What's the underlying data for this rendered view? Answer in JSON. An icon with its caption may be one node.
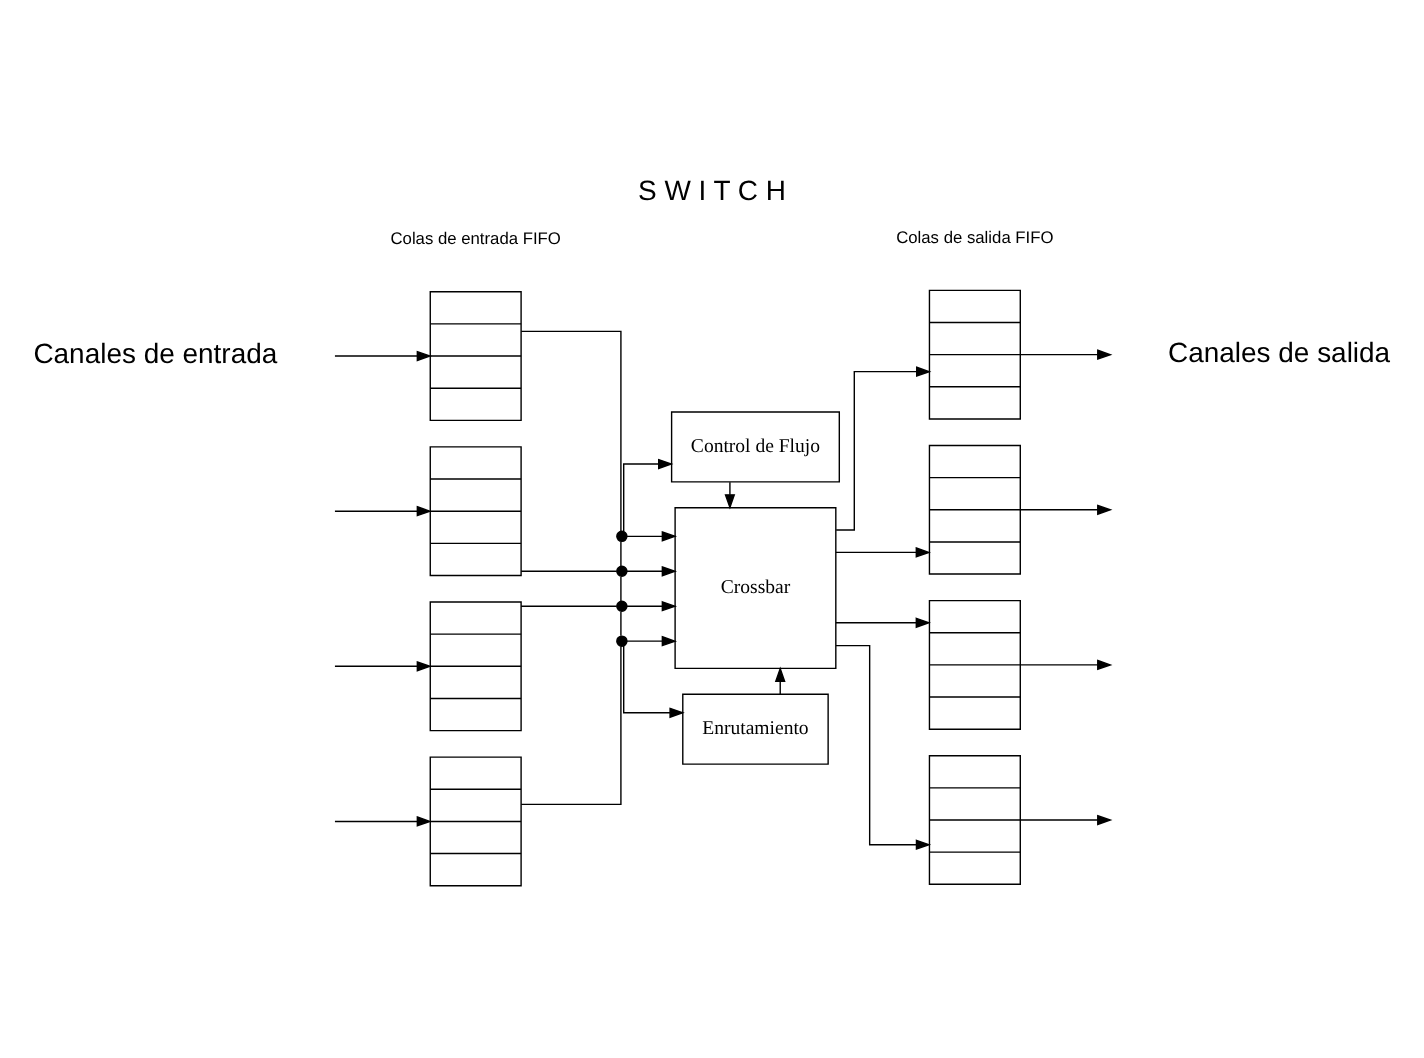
{
  "diagram": {
    "title": "S W I T C H",
    "nodes": [
      {
        "text": [
          "Control de Flujo"
        ]
      },
      {
        "text": [
          "Crossbar"
        ]
      },
      {
        "text": [
          "Enrutamiento"
        ]
      },
      {
        "text": [],
        "shape": "queue"
      },
      {
        "text": [],
        "shape": "queue"
      },
      {
        "text": [],
        "shape": "queue"
      },
      {
        "text": [],
        "shape": "queue"
      },
      {
        "text": [],
        "shape": "circle"
      },
      {
        "text": [],
        "shape": "circle"
      },
      {
        "text": [],
        "shape": "circle"
      },
      {
        "text": [],
        "shape": "circle"
      },
      {
        "text": [],
        "shape": "queue"
      },
      {
        "text": [],
        "shape": "queue"
      },
      {
        "text": [],
        "shape": "queue"
      },
      {
        "text": [],
        "shape": "queue"
      }
    ],
    "edges": [
      {
        "from": null,
        "to": 3,
        "arrow": "to"
      },
      {
        "from": null,
        "to": 4,
        "arrow": "to"
      },
      {
        "from": null,
        "to": 5,
        "arrow": "to"
      },
      {
        "from": null,
        "to": 6,
        "arrow": "to"
      },
      {
        "from": 3,
        "to": 7,
        "arrow": "none"
      },
      {
        "from": 4,
        "to": 8,
        "arrow": "none"
      },
      {
        "from": 5,
        "to": 9,
        "arrow": "none"
      },
      {
        "from": 6,
        "to": 10,
        "arrow": "none"
      },
      {
        "from": 7,
        "to": 1,
        "arrow": "to"
      },
      {
        "from": 8,
        "to": 1,
        "arrow": "to"
      },
      {
        "from": 9,
        "to": 1,
        "arrow": "to"
      },
      {
        "from": 10,
        "to": 1,
        "arrow": "to"
      },
      {
        "from": 7,
        "to": 8,
        "arrow": "none"
      },
      {
        "from": 8,
        "to": 9,
        "arrow": "none"
      },
      {
        "from": 9,
        "to": 10,
        "arrow": "none"
      },
      {
        "from": 7,
        "to": 0,
        "arrow": "to"
      },
      {
        "from": 10,
        "to": 2,
        "arrow": "to"
      },
      {
        "from": 0,
        "to": 1,
        "arrow": "to"
      },
      {
        "from": 2,
        "to": 1,
        "arrow": "to"
      },
      {
        "from": 1,
        "to": 11,
        "arrow": "to"
      },
      {
        "from": 1,
        "to": 12,
        "arrow": "to"
      },
      {
        "from": 1,
        "to": 13,
        "arrow": "to"
      },
      {
        "from": 1,
        "to": 14,
        "arrow": "to"
      },
      {
        "from": 11,
        "to": null,
        "arrow": "to"
      },
      {
        "from": 12,
        "to": null,
        "arrow": "to"
      },
      {
        "from": 13,
        "to": null,
        "arrow": "to"
      },
      {
        "from": 14,
        "to": null,
        "arrow": "to"
      }
    ],
    "labels": [
      "Colas de entrada FIFO",
      "Colas de salida FIFO",
      "Canales de entrada",
      "Canales de salida"
    ]
  }
}
